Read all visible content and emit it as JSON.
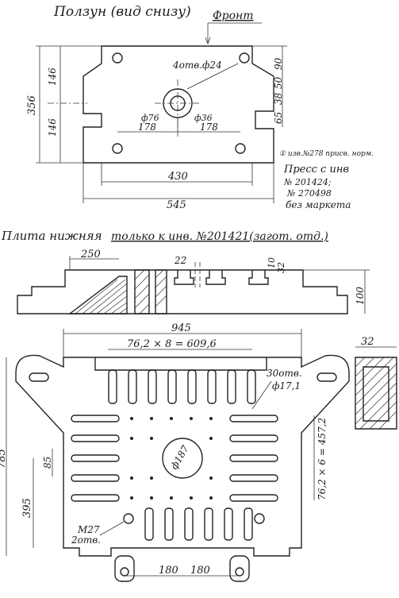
{
  "top_view": {
    "title": "Ползун  (вид снизу)",
    "front_label": "Фронт",
    "holes_note": "4отв.ф24",
    "dims": {
      "d76": "ф76",
      "d36": "ф36",
      "left_178": "178",
      "right_178": "178",
      "w430": "430",
      "w545": "545",
      "h356": "356",
      "h146_top": "146",
      "h146_bot": "146",
      "r90": "90",
      "r50": "50",
      "r38": "38",
      "r65": "65"
    },
    "note": {
      "line1": "① изв.№278 присв. норм.",
      "line2": "Пресс с инв",
      "line3": "№ 201424;",
      "line4": "№ 270498",
      "line5": "без маркета"
    }
  },
  "bottom_view": {
    "title": "Плита нижняя",
    "title_note": "только к инв. №201421(загот. отд.)",
    "dims": {
      "d250": "250",
      "d22": "22",
      "d10": "10",
      "d32": "32",
      "d100": "100",
      "d945": "945",
      "pitch": "76,2 × 8 = 609,6",
      "holes30": "30отв.",
      "holes30_d": "ф17,1",
      "d187": "ф187",
      "pitch_v": "76,2 × 6 = 457,2",
      "d85": "85",
      "d395": "395",
      "d785": "785",
      "m27": "М27",
      "m27_n": "2отв.",
      "d180_l": "180",
      "d180_r": "180",
      "side32": "32"
    }
  }
}
